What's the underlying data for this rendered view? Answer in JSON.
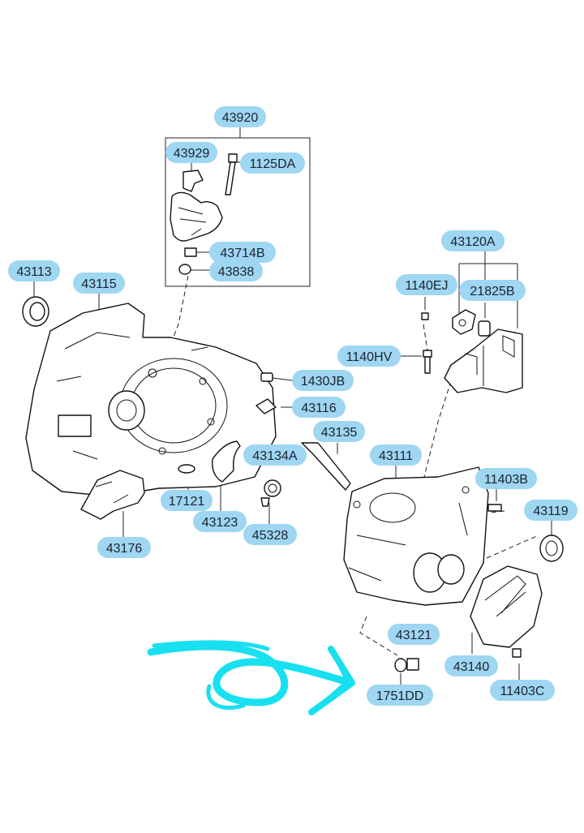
{
  "labels": {
    "p43920": "43920",
    "p43929": "43929",
    "p1125DA": "1125DA",
    "p43714B": "43714B",
    "p43838": "43838",
    "p43113": "43113",
    "p43115": "43115",
    "p43120A": "43120A",
    "p1140EJ": "1140EJ",
    "p21825B": "21825B",
    "p1140HV": "1140HV",
    "p1430JB": "1430JB",
    "p43116": "43116",
    "p43135": "43135",
    "p43134A": "43134A",
    "p43111": "43111",
    "p11403B": "11403B",
    "p43119": "43119",
    "p17121": "17121",
    "p43123": "43123",
    "p45328": "45328",
    "p43176": "43176",
    "p43121": "43121",
    "p43140": "43140",
    "p1751DD": "1751DD",
    "p11403C": "11403C"
  },
  "colors": {
    "label_fill": "#9fd6f2",
    "line": "#111111",
    "arrow": "#18e0f0"
  }
}
